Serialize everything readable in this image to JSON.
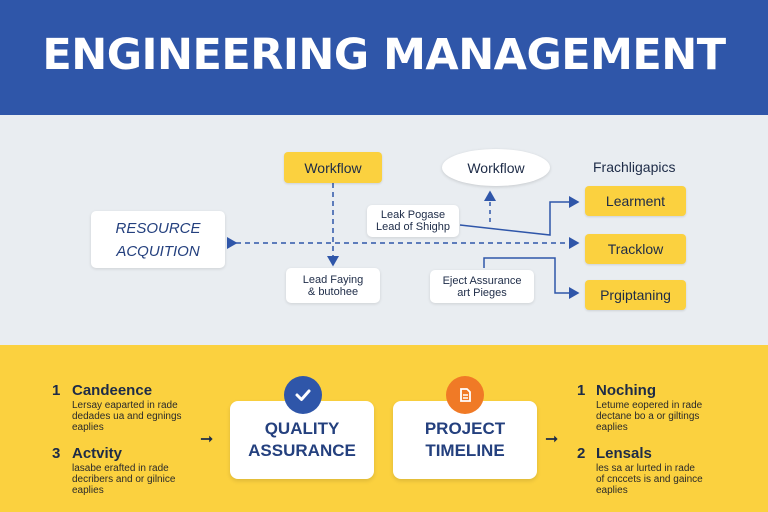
{
  "header": {
    "title": "ENGINEERING MANAGEMENT"
  },
  "flow": {
    "workflow_box": "Workflow",
    "workflow_oval": "Workflow",
    "resource_line1": "RESOURCE",
    "resource_line2": "ACQUITION",
    "note_top_line1": "Leak Pogase",
    "note_top_line2": "Lead of Shighp",
    "note_left_line1": "Lead Faying",
    "note_left_line2": "& butohee",
    "note_right_line1": "Eject Assurance",
    "note_right_line2": "art Pieges",
    "right_heading": "Frachligapics",
    "right_items": [
      "Learment",
      "Tracklow",
      "Prgiptaning"
    ]
  },
  "bottom": {
    "left_items": [
      {
        "num": "1",
        "title": "Candeence",
        "line1": "Lersay eaparted in rade",
        "line2": "dedades ua and egnings",
        "line3": "eaplies"
      },
      {
        "num": "3",
        "title": "Actvity",
        "line1": "lasabe erafted in rade",
        "line2": "decribers and or gilnice",
        "line3": "eaplies"
      }
    ],
    "center_boxes": [
      {
        "line1": "QUALITY",
        "line2": "ASSURANCE",
        "icon": "checkmark-icon",
        "icon_color": "#2f56a9"
      },
      {
        "line1": "PROJECT",
        "line2": "TIMELINE",
        "icon": "document-icon",
        "icon_color": "#f07a26"
      }
    ],
    "right_items": [
      {
        "num": "1",
        "title": "Noching",
        "line1": "Letume eopered in rade",
        "line2": "dectane bo a or giltings",
        "line3": "eaplies"
      },
      {
        "num": "2",
        "title": "Lensals",
        "line1": "les sa ar lurted in rade",
        "line2": "of cnccets is and gaince",
        "line3": "eaplies"
      }
    ]
  },
  "colors": {
    "header_blue": "#2f56a9",
    "accent_yellow": "#fbd13f",
    "line_blue": "#2f56a9"
  }
}
